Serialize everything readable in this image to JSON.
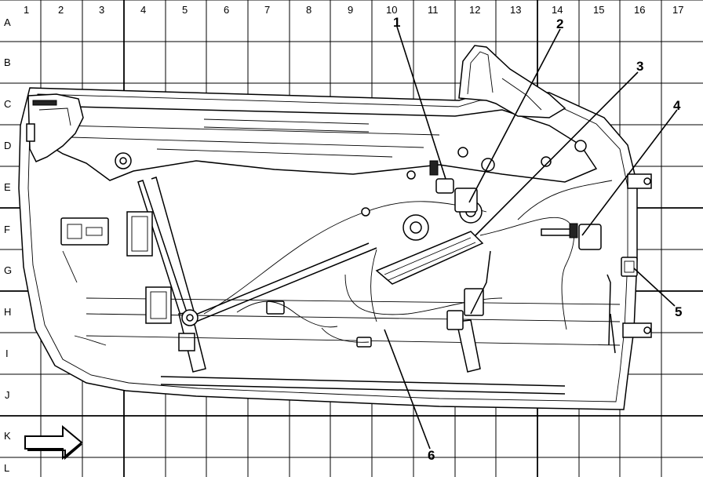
{
  "grid": {
    "columns": [
      "1",
      "2",
      "3",
      "4",
      "5",
      "6",
      "7",
      "8",
      "9",
      "10",
      "11",
      "12",
      "13",
      "14",
      "15",
      "16",
      "17"
    ],
    "rows": [
      "A",
      "B",
      "C",
      "D",
      "E",
      "F",
      "G",
      "H",
      "I",
      "J",
      "K",
      "L"
    ]
  },
  "callouts": [
    {
      "id": "callout-1",
      "label": "1"
    },
    {
      "id": "callout-2",
      "label": "2"
    },
    {
      "id": "callout-3",
      "label": "3"
    },
    {
      "id": "callout-4",
      "label": "4"
    },
    {
      "id": "callout-5",
      "label": "5"
    },
    {
      "id": "callout-6",
      "label": "6"
    }
  ],
  "orientation_arrow": {
    "icon": "front-direction-arrow-icon"
  }
}
